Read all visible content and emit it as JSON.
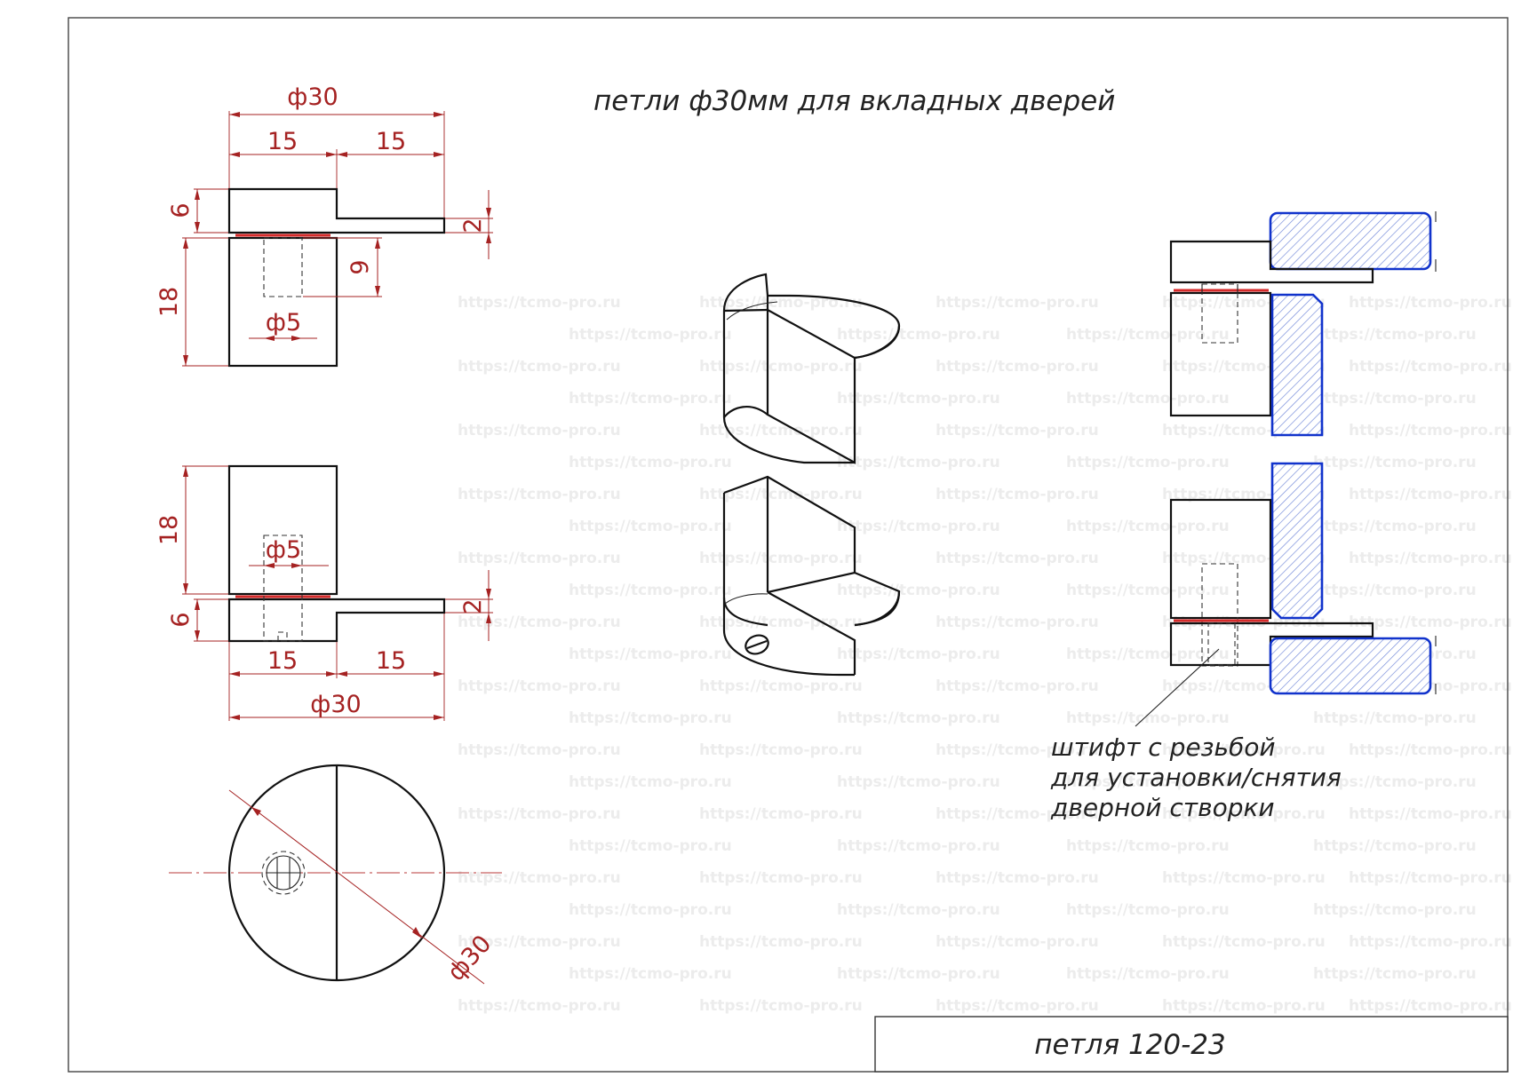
{
  "title": "петли ф30мм для вкладных дверей",
  "stamp": {
    "label": "петля 120-23"
  },
  "note": {
    "lines": [
      "штифт с резьбой",
      "для установки/снятия",
      "дверной створки"
    ]
  },
  "watermark": {
    "text": "https://tcmo-pro.ru"
  },
  "dimensions": {
    "top_view": {
      "overall": "ф30",
      "left_half": "15",
      "right_half": "15",
      "flange_height": "6",
      "plate_thickness": "2",
      "body_height": "18",
      "hole_depth": "9",
      "hole_diameter": "ф5"
    },
    "bottom_view": {
      "body_height": "18",
      "hole_diameter": "ф5",
      "flange_height": "6",
      "plate_thickness": "2",
      "left_half": "15",
      "right_half": "15",
      "overall": "ф30"
    },
    "plan_view": {
      "diameter": "ф30"
    }
  },
  "colors": {
    "dimension": "#a52222",
    "outline": "#111111",
    "wood_outline": "#1133cc",
    "wood_hatch": "#6f86d8",
    "gap_washer": "#d62a2a",
    "watermark": "#ececec"
  }
}
